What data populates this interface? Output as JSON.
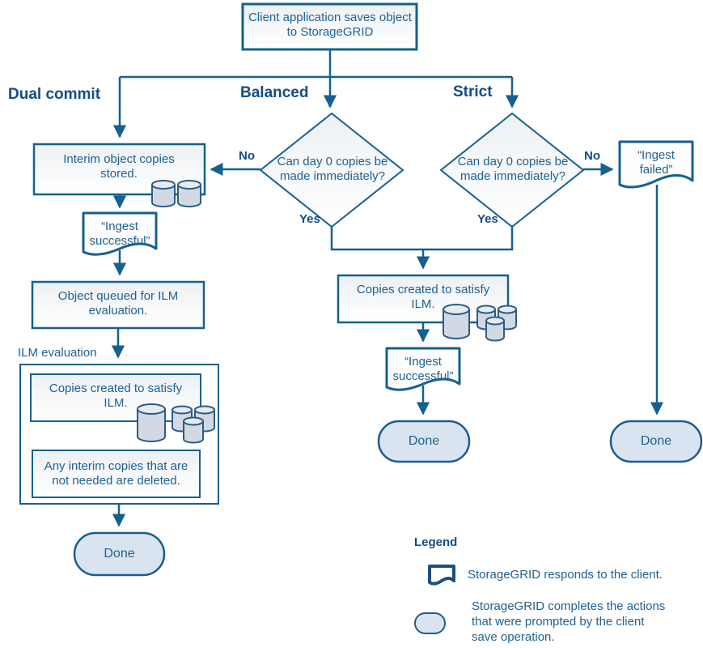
{
  "top": {
    "label": "Client application saves object to StorageGRID"
  },
  "branches": {
    "dual_commit": "Dual commit",
    "balanced": "Balanced",
    "strict": "Strict"
  },
  "labels": {
    "no": "No",
    "yes": "Yes"
  },
  "decisions": {
    "balanced_question": "Can day 0 copies be made immediately?",
    "strict_question": "Can day 0 copies be made immediately?"
  },
  "dual_path": {
    "interim": "Interim object copies stored.",
    "ingest_successful": "“Ingest successful”",
    "queued": "Object queued for ILM evaluation.",
    "ilm_evaluation_label": "ILM evaluation",
    "copies_created": "Copies created to satisfy ILM.",
    "interim_deleted": "Any interim copies that are not needed are deleted.",
    "done": "Done"
  },
  "balanced_path": {
    "copies_created": "Copies created to satisfy ILM.",
    "ingest_successful": "“Ingest successful”",
    "done": "Done"
  },
  "strict_path": {
    "ingest_failed": "“Ingest failed”",
    "done": "Done"
  },
  "legend": {
    "title": "Legend",
    "doc_item": "StorageGRID responds to the client.",
    "pill_item": "StorageGRID completes the actions that were prompted by the client save operation."
  },
  "colors": {
    "line": "#15608f",
    "text": "#1f618f",
    "bold_label": "#134d85",
    "pill_fill": "#d9e4f0",
    "shape_gradient_top": "#edf0f3",
    "cylinder_body": "#d2d9e2"
  }
}
